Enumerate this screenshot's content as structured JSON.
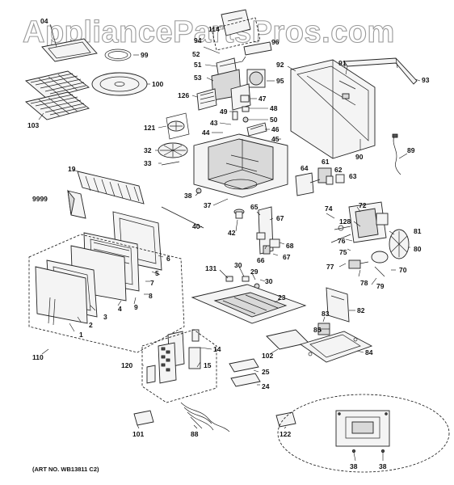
{
  "watermark": "AppliancePartsPros.com",
  "art_number": "(ART NO. WB13811 C2)",
  "callouts": {
    "c04": "04",
    "c114": "114",
    "c94": "94",
    "c96": "96",
    "c99": "99",
    "c52": "52",
    "c51": "51",
    "c53": "53",
    "c92": "92",
    "c91": "91",
    "c93": "93",
    "c95": "95",
    "c100": "100",
    "c103": "103",
    "c126": "126",
    "c47": "47",
    "c48": "48",
    "c49": "49",
    "c50": "50",
    "c43": "43",
    "c121": "121",
    "c46": "46",
    "c44": "44",
    "c45": "45",
    "c90": "90",
    "c89": "89",
    "c32": "32",
    "c33": "33",
    "c19": "19",
    "c61": "61",
    "c62": "62",
    "c64": "64",
    "c63": "63",
    "c38a": "38",
    "c9999": "9999",
    "c37": "37",
    "c65": "65",
    "c72": "72",
    "c74": "74",
    "c67a": "67",
    "c128": "128",
    "c81": "81",
    "c40": "40",
    "c42": "42",
    "c76": "76",
    "c80": "80",
    "c68": "68",
    "c75": "75",
    "c66": "66",
    "c67b": "67",
    "c6": "6",
    "c77": "77",
    "c70": "70",
    "c131": "131",
    "c30a": "30",
    "c29": "29",
    "c5": "5",
    "c30b": "30",
    "c7": "7",
    "c78": "78",
    "c79": "79",
    "c8": "8",
    "c23": "23",
    "c3": "3",
    "c4": "4",
    "c9": "9",
    "c2": "2",
    "c82": "82",
    "c1": "1",
    "c83": "83",
    "c85": "85",
    "c110": "110",
    "c14": "14",
    "c102": "102",
    "c84": "84",
    "c120": "120",
    "c15": "15",
    "c25": "25",
    "c24": "24",
    "c101": "101",
    "c88": "88",
    "c122": "122",
    "c38b": "38",
    "c38c": "38"
  }
}
